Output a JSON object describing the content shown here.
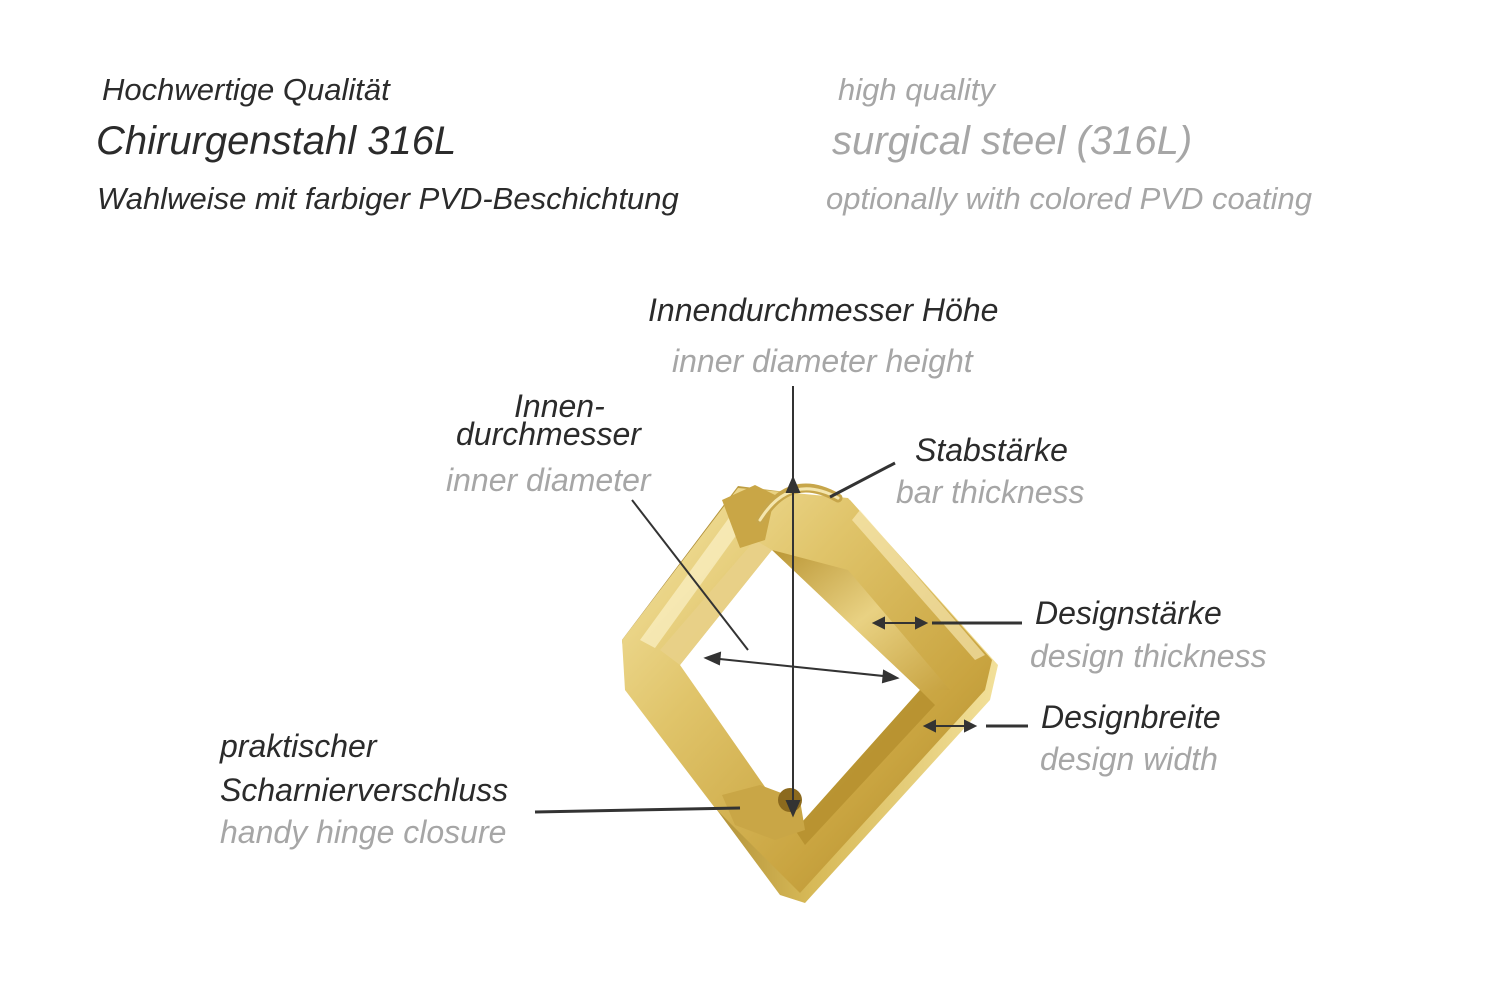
{
  "header": {
    "quality_de": "Hochwertige Qualität",
    "quality_en": "high quality",
    "material_de": "Chirurgenstahl 316L",
    "material_en": "surgical steel (316L)",
    "coating_de": "Wahlweise mit farbiger PVD-Beschichtung",
    "coating_en": "optionally with colored PVD coating"
  },
  "labels": {
    "inner_height_de": "Innendurchmesser Höhe",
    "inner_height_en": "inner diameter height",
    "inner_diameter_de_1": "Innen-",
    "inner_diameter_de_2": "durchmesser",
    "inner_diameter_en": "inner diameter",
    "bar_thickness_de": "Stabstärke",
    "bar_thickness_en": "bar thickness",
    "design_thickness_de": "Designstärke",
    "design_thickness_en": "design thickness",
    "design_width_de": "Designbreite",
    "design_width_en": "design width",
    "hinge_de_1": "praktischer",
    "hinge_de_2": "Scharnierverschluss",
    "hinge_en": "handy hinge closure"
  },
  "colors": {
    "gold_light": "#f3e3a0",
    "gold_mid": "#d9bd5c",
    "gold_dark": "#a47f22",
    "german_text": "#2b2b2b",
    "english_text": "#a6a6a6"
  }
}
